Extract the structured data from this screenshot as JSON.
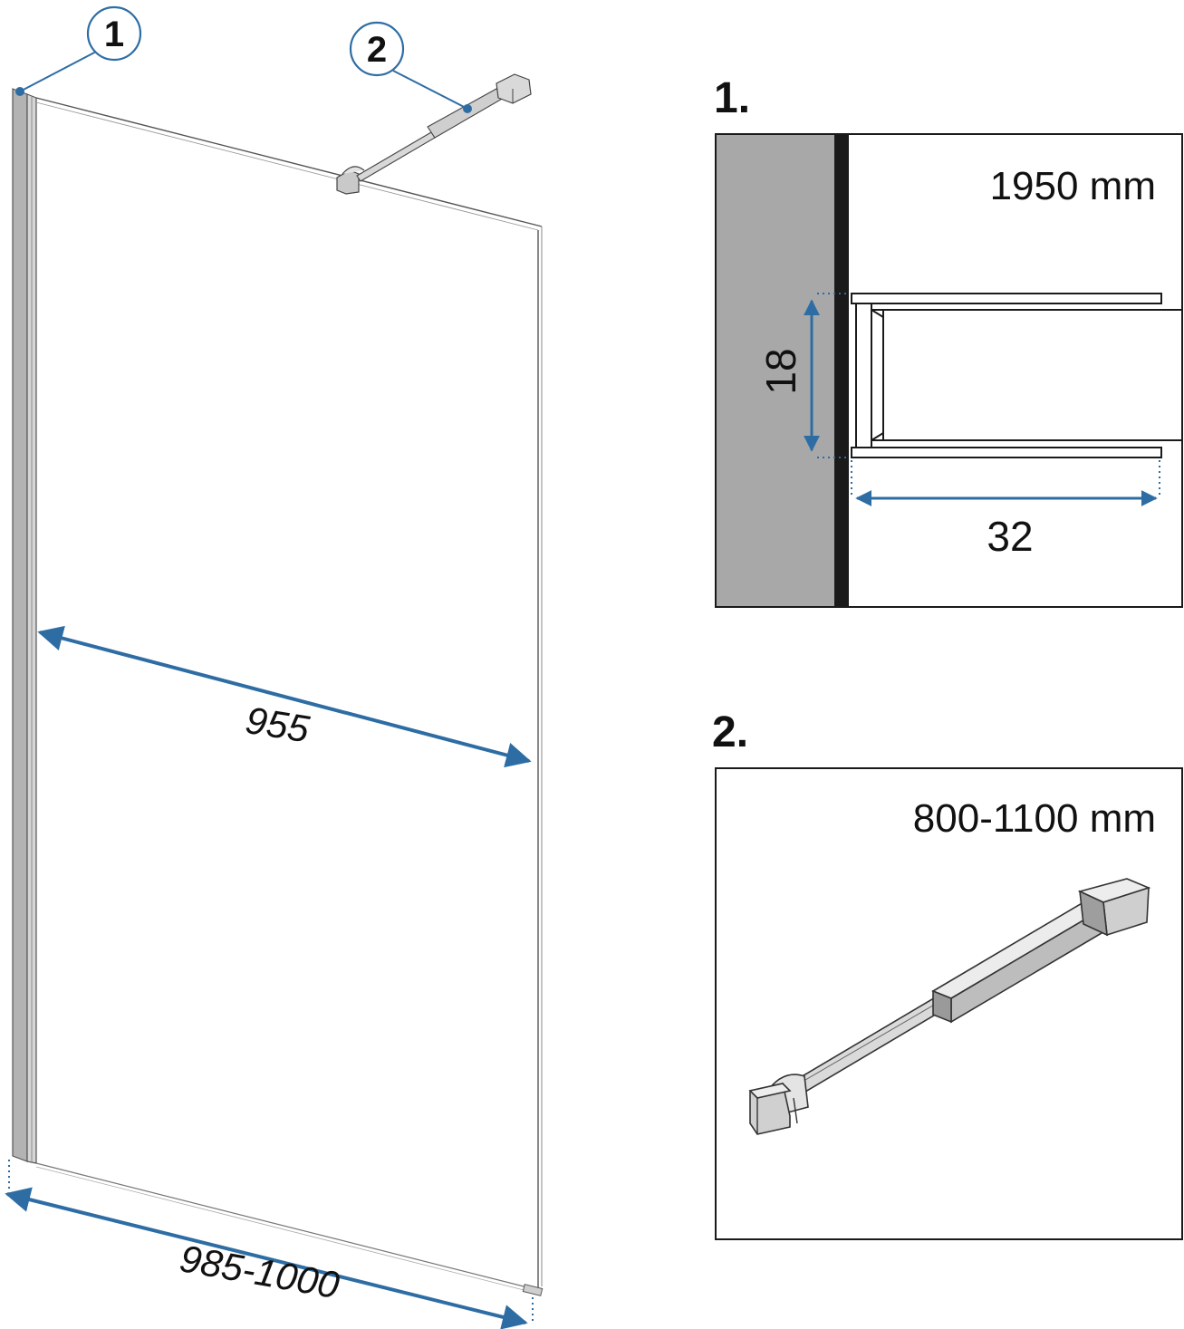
{
  "callouts": [
    "1",
    "2"
  ],
  "main_view": {
    "width_dimension": "955",
    "total_width_dimension": "985-1000"
  },
  "detail_1": {
    "heading": "1.",
    "height_label": "1950 mm",
    "profile_height": "18",
    "profile_depth": "32"
  },
  "detail_2": {
    "heading": "2.",
    "length_label": "800-1100 mm"
  },
  "colors": {
    "dimension": "#2e6da4",
    "wall": "#a8a8a8",
    "outline": "#1a1a1a",
    "metal_light": "#e6e6e6",
    "metal_dark": "#8c8c8c"
  }
}
